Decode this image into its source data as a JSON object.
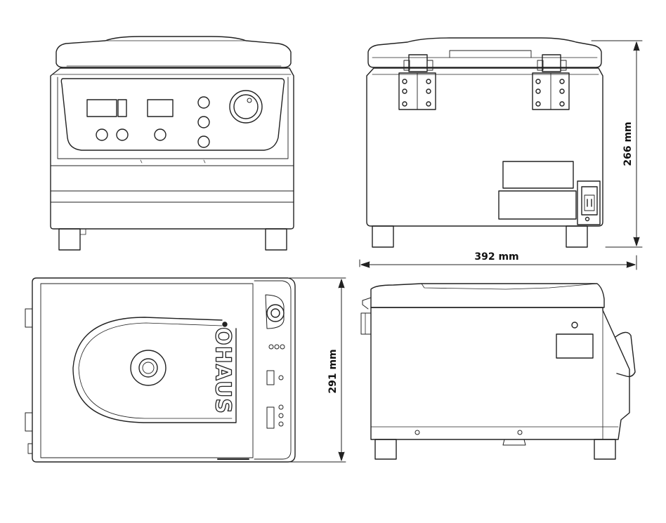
{
  "dimensions": {
    "height_label": "266 mm",
    "width_label": "392 mm",
    "depth_label": "291 mm"
  },
  "brand": {
    "logo_text": "OHAUS"
  },
  "colors": {
    "line": "#222222",
    "background": "#ffffff"
  }
}
